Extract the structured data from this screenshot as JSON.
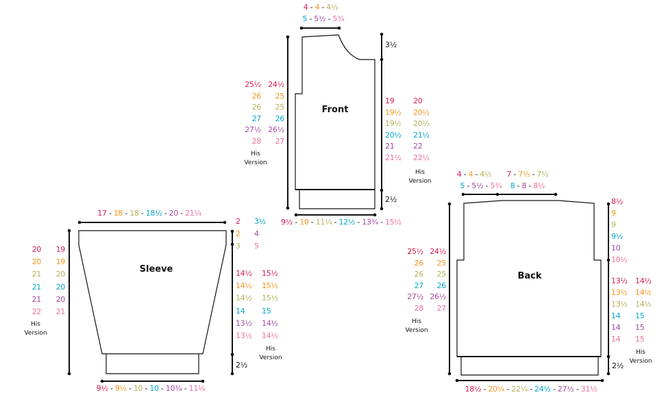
{
  "size_colors": [
    "#d81b4f",
    "#f7941d",
    "#b5b05a",
    "#00a9c8",
    "#a54a9e",
    "#f06e9f"
  ],
  "his_version": [
    "His",
    "Version"
  ],
  "front": {
    "label": "Front",
    "neck_top_1": [
      "4",
      "4",
      "4½"
    ],
    "neck_top_2": [
      "5",
      "5½",
      "5¾"
    ],
    "length_col_1": [
      "25½",
      "26",
      "26",
      "27",
      "27½",
      "28"
    ],
    "length_col_2": [
      "24½",
      "25",
      "25",
      "26",
      "26½",
      "27"
    ],
    "armhole": "3½",
    "side_col_1": [
      "19",
      "19½",
      "19½",
      "20½",
      "21",
      "21½"
    ],
    "side_col_2": [
      "20",
      "20½",
      "20½",
      "21½",
      "22",
      "22½"
    ],
    "rib": "2½",
    "width": [
      "9½",
      "10",
      "11¼",
      "12½",
      "13¾",
      "15½"
    ]
  },
  "sleeve": {
    "label": "Sleeve",
    "top_width": [
      "17",
      "18",
      "18",
      "18½",
      "20",
      "21¼"
    ],
    "cap_col_1": [
      "2",
      "2",
      "3"
    ],
    "cap_col_2": [
      "3½",
      "4",
      "5"
    ],
    "length_col_1": [
      "20",
      "20",
      "21",
      "21",
      "21",
      "22"
    ],
    "length_col_2": [
      "19",
      "19",
      "20",
      "20",
      "20",
      "21"
    ],
    "side_col_1": [
      "14½",
      "14½",
      "14½",
      "14",
      "13½",
      "13½"
    ],
    "side_col_2": [
      "15½",
      "15½",
      "15½",
      "15",
      "14½",
      "14½"
    ],
    "rib": "2½",
    "cuff_width": [
      "9½",
      "9½",
      "10",
      "10",
      "10¾",
      "11¼"
    ]
  },
  "back": {
    "label": "Back",
    "shoulder_1": [
      "4",
      "4",
      "4½"
    ],
    "shoulder_2": [
      "5",
      "5½",
      "5¾"
    ],
    "neck_1": [
      "7",
      "7½",
      "7½"
    ],
    "neck_2": [
      "8",
      "8",
      "8½"
    ],
    "armhole": [
      "8½",
      "9",
      "9",
      "9½",
      "10",
      "10½"
    ],
    "length_col_1": [
      "25½",
      "26",
      "26",
      "27",
      "27½",
      "28"
    ],
    "length_col_2": [
      "24½",
      "25",
      "25",
      "26",
      "26½",
      "27"
    ],
    "side_col_1": [
      "13½",
      "13½",
      "13½",
      "14",
      "14",
      "14"
    ],
    "side_col_2": [
      "14½",
      "14½",
      "14½",
      "15",
      "15",
      "15"
    ],
    "rib": "2½",
    "width": [
      "18½",
      "20¼",
      "22¼",
      "24½",
      "27½",
      "31½"
    ]
  }
}
